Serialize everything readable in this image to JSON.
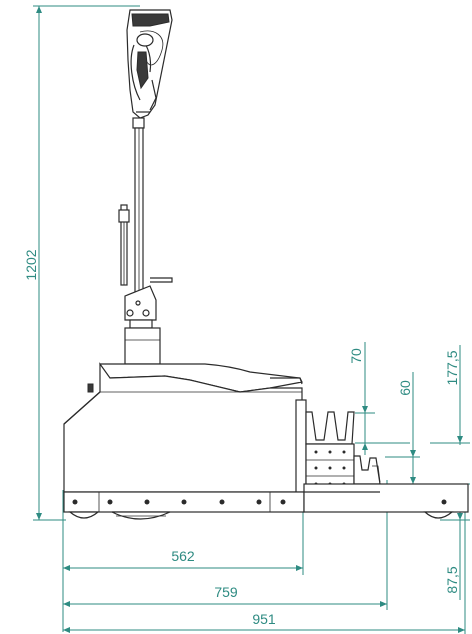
{
  "drawing": {
    "subject": "side-view dimension drawing",
    "colors": {
      "dimension": "#2e8b82",
      "outline": "#2b2b2b",
      "background": "#ffffff"
    },
    "dimensions": {
      "height_total": "1202",
      "length_562": "562",
      "length_759": "759",
      "length_951": "951",
      "fork_height_70": "70",
      "fork_height_60": "60",
      "fork_height_177_5": "177,5",
      "fork_height_87_5": "87,5"
    }
  }
}
